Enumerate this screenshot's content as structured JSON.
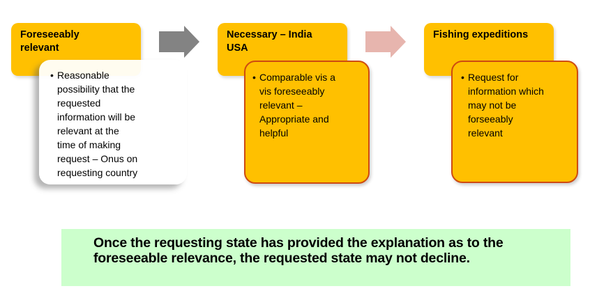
{
  "slide": {
    "bullet_char": "•",
    "columns": [
      {
        "header": "Foreseeably\nrelevant",
        "body": "Reasonable\npossibility that the\nrequested\ninformation will be\nrelevant at the\ntime of making\nrequest – Onus on\nrequesting country"
      },
      {
        "header": "Necessary – India\nUSA",
        "body": "Comparable vis a\nvis foreseeably\nrelevant –\nAppropriate and\nhelpful"
      },
      {
        "header": "Fishing expeditions",
        "body": "Request for\ninformation which\nmay not be\nforseeably\nrelevant"
      }
    ],
    "arrows": [
      {
        "name": "gray-right-arrow",
        "color": "#838383"
      },
      {
        "name": "pink-right-arrow",
        "color": "#E7B5AE"
      }
    ],
    "banner": {
      "text": "Once the requesting state has provided the explanation as to the\nforeseeable relevance, the requested state may not decline."
    },
    "colors": {
      "header_fill": "#FFC000",
      "sub_box_fill": "#FFC000",
      "sub_box_border": "#CE4B11",
      "white_box_fill": "#FFFFFF",
      "banner_green": "#CCFFCC",
      "arrow_gray": "#838383",
      "arrow_pink": "#E7B5AE"
    }
  }
}
